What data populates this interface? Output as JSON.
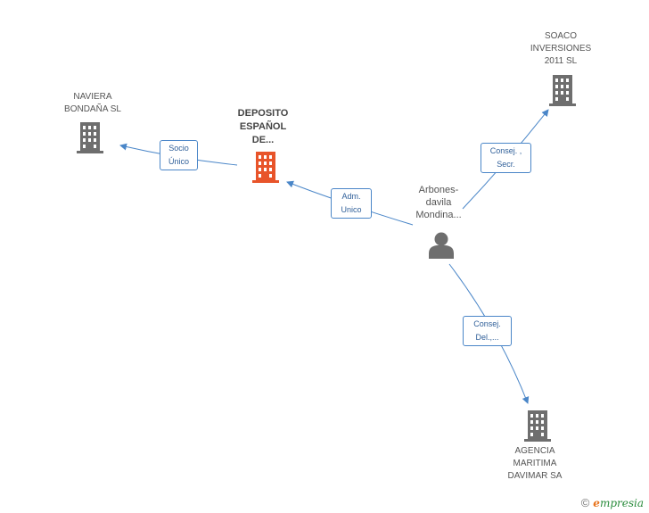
{
  "nodes": {
    "naviera": {
      "label": "NAVIERA\nBONDAÑA  SL",
      "icon": "building-icon",
      "color": "#6e6e6e"
    },
    "deposito": {
      "label": "DEPOSITO\nESPAÑOL\nDE...",
      "icon": "building-icon",
      "color": "#e8542a"
    },
    "soaco": {
      "label": "SOACO\nINVERSIONES\n2011 SL",
      "icon": "building-icon",
      "color": "#6e6e6e"
    },
    "person": {
      "label": "Arbones-\ndavila\nMondina...",
      "icon": "person-icon",
      "color": "#6e6e6e"
    },
    "agencia": {
      "label": "AGENCIA\nMARITIMA\nDAVIMAR SA",
      "icon": "building-icon",
      "color": "#6e6e6e"
    }
  },
  "edges": {
    "socio_unico": "Socio\nÚnico",
    "adm_unico": "Adm.\nUnico",
    "consej_secr": "Consej. ,\nSecr.",
    "consej_del": "Consej.\nDel.,..."
  },
  "colors": {
    "edge": "#4a86c8",
    "focus": "#e8542a",
    "node": "#6e6e6e"
  },
  "footer": {
    "copyright": "©",
    "brand_initial": "e",
    "brand_rest": "mpresia"
  }
}
